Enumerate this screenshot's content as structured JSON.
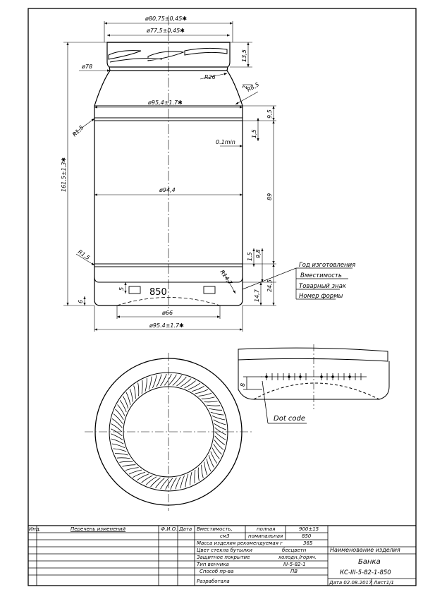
{
  "dimensions": {
    "outer_neck": "ø80,75±0,45✱",
    "inner_neck": "ø77,5±0,45✱",
    "neck_78": "ø78",
    "finish_height": "13,5",
    "r26": "R26",
    "r8_5": "R8,5",
    "d2": "2",
    "upper_body": "ø95,4±1.7✱",
    "d9_5": "9,5",
    "r1_5_top": "R1,5",
    "d1_5_top": "1,5",
    "zero_one_min": "0.1min",
    "total_height": "161,5±1,3✱",
    "body": "ø94,4",
    "d89": "89",
    "r1_5_bottom": "R1,5",
    "d1_5_bottom": "1,5",
    "d9_8": "9,8",
    "r14_7": "R14,7",
    "d14_7": "14,7",
    "d24_5": "24,5",
    "d5": "5",
    "d6": "6",
    "base": "ø66",
    "bottom_body": "ø95.4±1.7✱",
    "d8": "8"
  },
  "embossing": {
    "capacity_mark": "850"
  },
  "callouts": {
    "year": "Год изготовления",
    "capacity": "Вместимость",
    "trademark": "Товарный знак",
    "mold_number": "Номер формы",
    "dot_code": "Dot code"
  },
  "title_block": {
    "col_change": "Инд.",
    "col_list": "Перечень изменений",
    "col_name": "Ф.И.О.",
    "col_date": "Дата",
    "capacity_label": "Вместимость,",
    "capacity_unit": "см3",
    "full_label": "полная",
    "full_value": "900±15",
    "nominal_label": "номинальная",
    "nominal_value": "850",
    "mass_label": "Масса изделия рекомендуемая  г",
    "mass_value": "365",
    "color_label": "Цвет стекла бутылки",
    "color_value": "бесцветн",
    "coating_label": "Защитное покрытие",
    "coating_value": "холодн./горяч.",
    "finish_label": "Тип венчика",
    "finish_value": "III-5-82-1",
    "method_label": "Способ пр-ва",
    "method_value": "ПВ",
    "developed_label": "Разработала",
    "product_name_label": "Наименование изделия",
    "product_name": "Банка",
    "product_code": "КС-III-5-82-1-850",
    "date": "Дата  02.08.2017",
    "sheet": "Лист1/1"
  }
}
